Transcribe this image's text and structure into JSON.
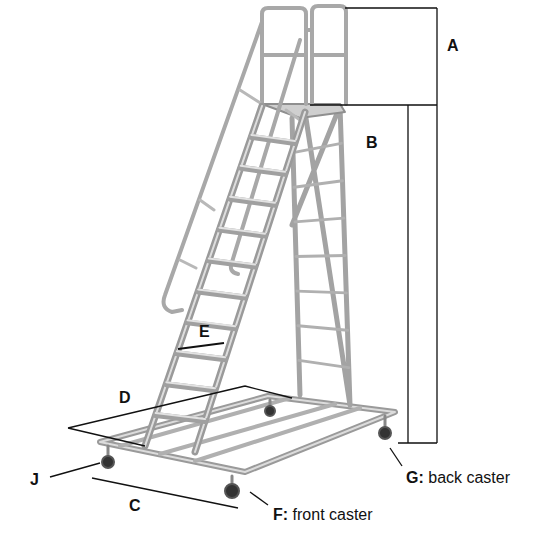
{
  "diagram": {
    "labels": [
      "A",
      "B",
      "C",
      "D",
      "E",
      "J",
      "F: front caster",
      "G: back caster"
    ]
  }
}
